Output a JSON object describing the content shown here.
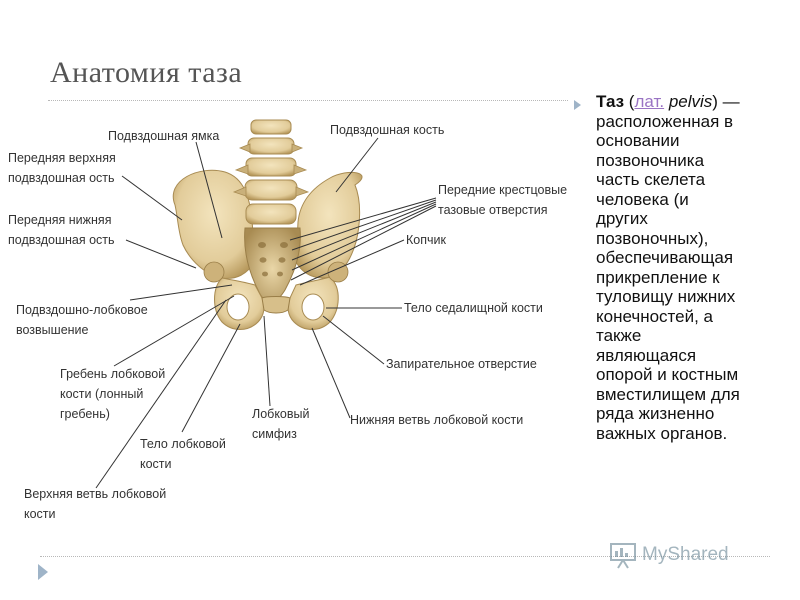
{
  "slide": {
    "title": "Анатомия таза"
  },
  "diagram": {
    "labels": {
      "iliac_fossa": "Подвздошная ямка",
      "iliac_bone": "Подвздошная кость",
      "asis_1": "Передняя верхняя",
      "asis_2": "подвздошная ость",
      "aiis_1": "Передняя нижняя",
      "aiis_2": "подвздошная ость",
      "sacral_foramina_1": "Передние крестцовые",
      "sacral_foramina_2": "тазовые отверстия",
      "coccyx": "Копчик",
      "iliopubic_1": "Подвздошно-лобковое",
      "iliopubic_2": "возвышение",
      "ischium_body": "Тело седалищной кости",
      "pubic_crest_1": "Гребень лобковой",
      "pubic_crest_2": "кости (лонный",
      "pubic_crest_3": "гребень)",
      "obturator": "Запирательное отверстие",
      "pubic_symphysis_1": "Лобковый",
      "pubic_symphysis_2": "симфиз",
      "inferior_pubic_ramus": "Нижняя ветвь лобковой кости",
      "pubic_body_1": "Тело лобковой",
      "pubic_body_2": "кости",
      "superior_pubic_ramus_1": "Верхняя ветвь лобковой",
      "superior_pubic_ramus_2": "кости"
    }
  },
  "definition": {
    "term": "Таз",
    "open_paren": " (",
    "lat_abbr": "лат.",
    "lat_word": " pelvis",
    "close": ") —",
    "lines": [
      "расположенная в",
      "основании",
      "позвоночника",
      "часть скелета",
      "человека (и",
      "других",
      "позвоночных),",
      "обеспечивающая",
      "прикрепление к",
      "туловищу нижних",
      "конечностей, а",
      "также",
      "являющаяся",
      "опорой и костным",
      "вместилищем для",
      "ряда жизненно",
      "важных органов."
    ]
  },
  "watermark": {
    "text": "MyShared"
  },
  "colors": {
    "bone": "#e2cc9a",
    "bone_shadow": "#b89a5e",
    "accent": "#9fb4c8",
    "link": "#9a74c4"
  }
}
